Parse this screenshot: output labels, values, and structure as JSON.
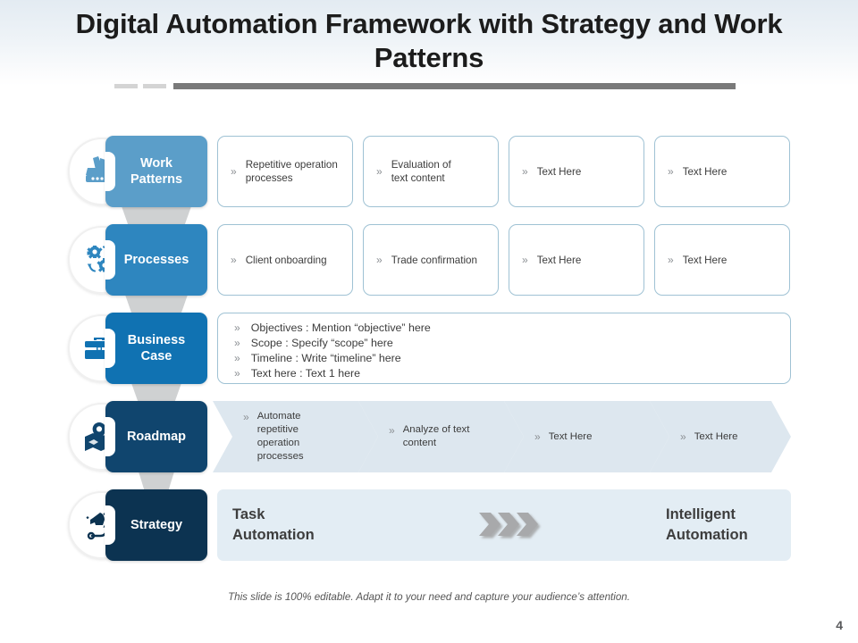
{
  "slide": {
    "title": "Digital Automation Framework with Strategy and Work Patterns",
    "footer_note": "This slide is 100% editable. Adapt it to your need and capture your audience’s attention.",
    "page_number": "4",
    "bullet_glyph": "»"
  },
  "colors": {
    "level1": "#5b9ec9",
    "level2": "#2e86bf",
    "level3": "#1072b2",
    "level4": "#10456e",
    "level5": "#0c3351",
    "card_border": "#9fc2d4",
    "chevron_fill": "#dde7ef",
    "band_fill": "#e3edf4",
    "funnel": "#cfd1d2",
    "rule_bar": "#7a7a7a",
    "rule_dash": "#d4d4d4"
  },
  "rows": [
    {
      "id": "work-patterns",
      "label": "Work\nPatterns",
      "label_line1": "Work",
      "label_line2": "Patterns",
      "icon": "layers-fan-icon",
      "color": "#5b9ec9",
      "type": "cards",
      "items": [
        {
          "text_line1": "Repetitive operation",
          "text_line2": "processes"
        },
        {
          "text_line1": "Evaluation of",
          "text_line2": "text content"
        },
        {
          "text_line1": "Text Here",
          "text_line2": ""
        },
        {
          "text_line1": "Text Here",
          "text_line2": ""
        }
      ]
    },
    {
      "id": "processes",
      "label": "Processes",
      "label_line1": "Processes",
      "label_line2": "",
      "icon": "gears-cycle-icon",
      "color": "#2e86bf",
      "type": "cards",
      "items": [
        {
          "text_line1": "Client onboarding",
          "text_line2": ""
        },
        {
          "text_line1": "Trade confirmation",
          "text_line2": ""
        },
        {
          "text_line1": "Text Here",
          "text_line2": ""
        },
        {
          "text_line1": "Text Here",
          "text_line2": ""
        }
      ]
    },
    {
      "id": "business-case",
      "label": "Business Case",
      "label_line1": "Business",
      "label_line2": "Case",
      "icon": "briefcase-icon",
      "color": "#1072b2",
      "type": "list",
      "lines": [
        "Objectives : Mention “objective” here",
        "Scope : Specify “scope” here",
        "Timeline : Write “timeline” here",
        "Text here : Text 1 here"
      ]
    },
    {
      "id": "roadmap",
      "label": "Roadmap",
      "label_line1": "Roadmap",
      "label_line2": "",
      "icon": "map-pin-icon",
      "color": "#10456e",
      "type": "chevrons",
      "items": [
        {
          "text_line1": "Automate",
          "text_line2": "repetitive",
          "text_line3": "operation",
          "text_line4": "processes"
        },
        {
          "text_line1": "Analyze of text",
          "text_line2": "content",
          "text_line3": "",
          "text_line4": ""
        },
        {
          "text_line1": "Text Here",
          "text_line2": "",
          "text_line3": "",
          "text_line4": ""
        },
        {
          "text_line1": "Text Here",
          "text_line2": "",
          "text_line3": "",
          "text_line4": ""
        }
      ]
    },
    {
      "id": "strategy",
      "label": "Strategy",
      "label_line1": "Strategy",
      "label_line2": "",
      "icon": "chess-knight-icon",
      "color": "#0c3351",
      "type": "band",
      "band": {
        "left_line1": "Task",
        "left_line2": "Automation",
        "arrows_icon": "triple-chevron-right-icon",
        "right_line1": "Intelligent",
        "right_line2": "Automation"
      }
    }
  ]
}
